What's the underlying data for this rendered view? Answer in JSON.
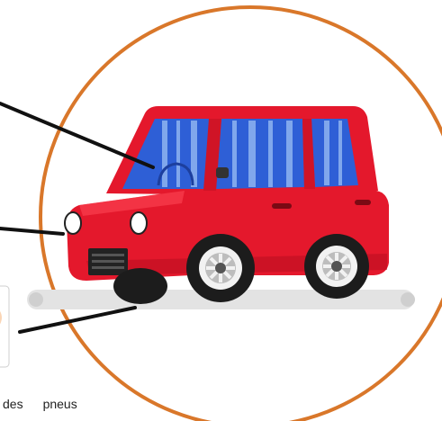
{
  "caption": {
    "word_1": "des",
    "word_2": "pneus"
  },
  "colors": {
    "circle_border": "#d9772a",
    "car_body": "#e4182c",
    "car_body_shadow": "#b80f20",
    "window_blue": "#2e5fd6",
    "window_stripe": "#8fb4f0",
    "tire": "#1c1c1c",
    "rim": "#f2f2f2",
    "pointer_line": "#111111",
    "ground": "#d9d9d9",
    "label_box_accent": "#f4a15a"
  },
  "icons": {
    "car": "red-hatchback-car-illustration"
  }
}
